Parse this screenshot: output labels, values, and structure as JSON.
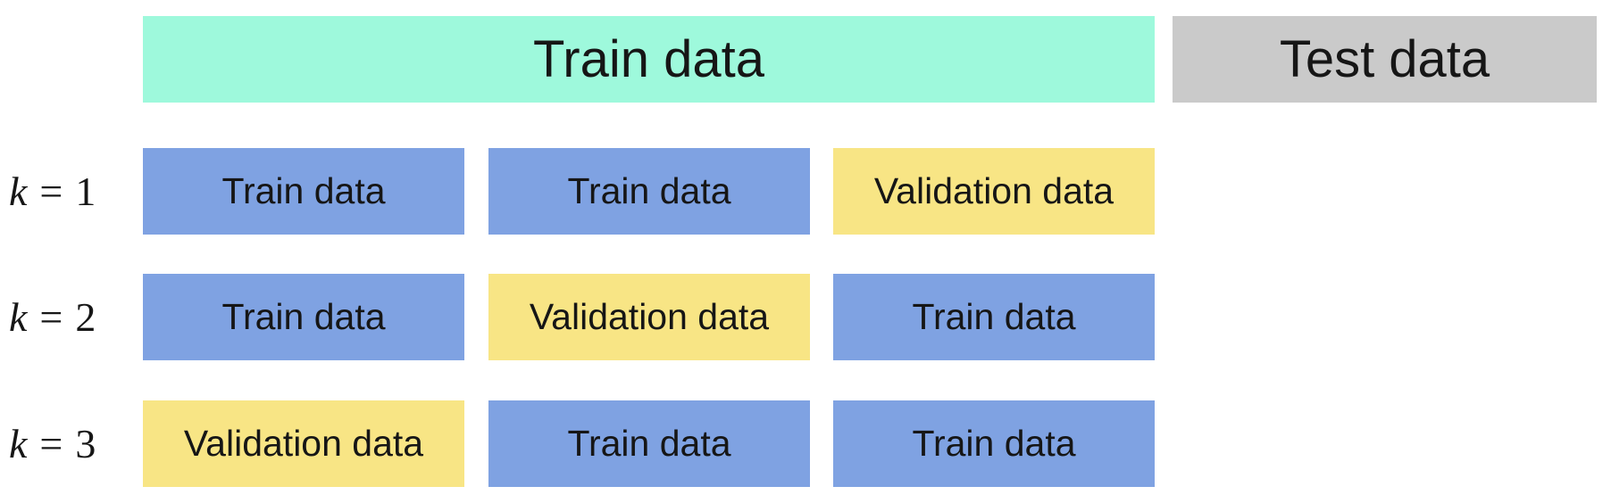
{
  "header": {
    "train_label": "Train data",
    "test_label": "Test data"
  },
  "colors": {
    "train_header": "#9ef9dc",
    "test_header": "#cacaca",
    "train_fold": "#7fa2e2",
    "validation_fold": "#f8e585"
  },
  "rows": [
    {
      "k_symbol": "k",
      "equals": "=",
      "k_value": "1",
      "folds": [
        {
          "label": "Train data",
          "kind": "train"
        },
        {
          "label": "Train data",
          "kind": "train"
        },
        {
          "label": "Validation data",
          "kind": "validation"
        }
      ]
    },
    {
      "k_symbol": "k",
      "equals": "=",
      "k_value": "2",
      "folds": [
        {
          "label": "Train data",
          "kind": "train"
        },
        {
          "label": "Validation data",
          "kind": "validation"
        },
        {
          "label": "Train data",
          "kind": "train"
        }
      ]
    },
    {
      "k_symbol": "k",
      "equals": "=",
      "k_value": "3",
      "folds": [
        {
          "label": "Validation data",
          "kind": "validation"
        },
        {
          "label": "Train data",
          "kind": "train"
        },
        {
          "label": "Train data",
          "kind": "train"
        }
      ]
    }
  ]
}
